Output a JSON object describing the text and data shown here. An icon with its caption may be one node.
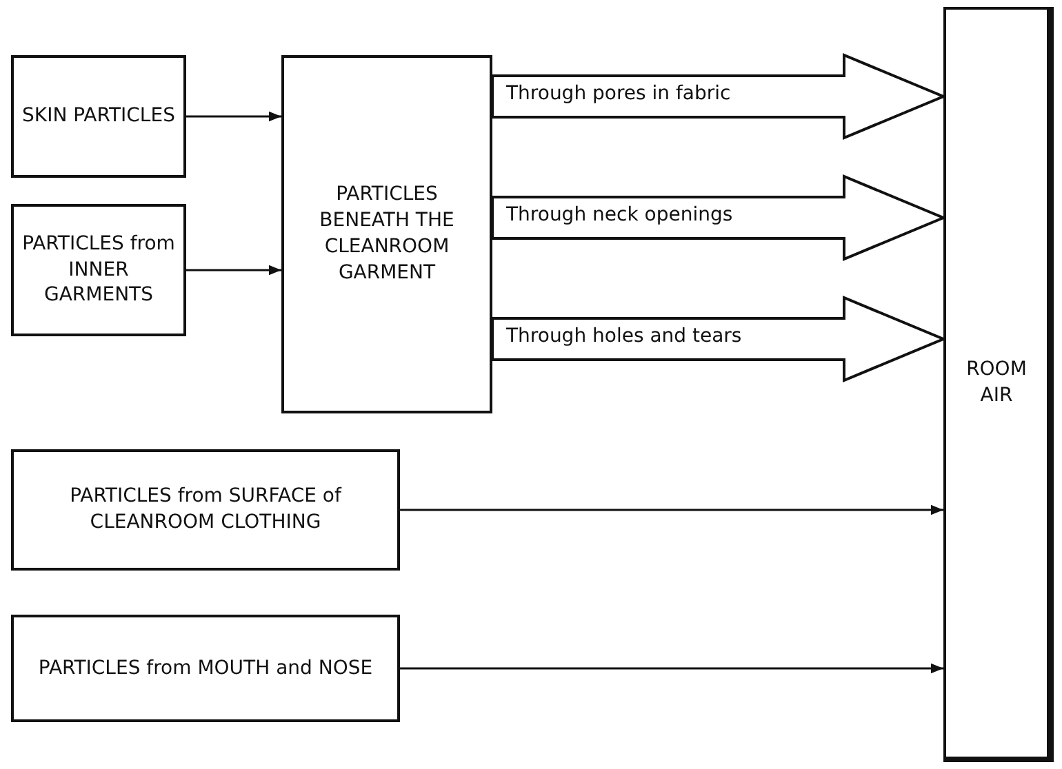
{
  "diagram": {
    "nodes": [
      {
        "text": [
          "SKIN PARTICLES"
        ]
      },
      {
        "text": [
          "PARTICLES from INNER GARMENTS"
        ]
      },
      {
        "text": [
          "PARTICLES BENEATH THE CLEANROOM GARMENT"
        ]
      },
      {
        "text": [
          "ROOM AIR"
        ]
      },
      {
        "text": [
          "PARTICLES from SURFACE of CLEANROOM CLOTHING"
        ]
      },
      {
        "text": [
          "PARTICLES from MOUTH and NOSE"
        ]
      }
    ],
    "edges": [
      {
        "from": 0,
        "to": 2,
        "arrow": "to"
      },
      {
        "from": 1,
        "to": 2,
        "arrow": "to"
      },
      {
        "from": 2,
        "to": 3,
        "arrow": "to",
        "label": "Through pores in fabric",
        "style": "thick"
      },
      {
        "from": 2,
        "to": 3,
        "arrow": "to",
        "label": "Through neck openings",
        "style": "thick"
      },
      {
        "from": 2,
        "to": 3,
        "arrow": "to",
        "label": "Through holes and tears",
        "style": "thick"
      },
      {
        "from": 4,
        "to": 3,
        "arrow": "to"
      },
      {
        "from": 5,
        "to": 3,
        "arrow": "to"
      }
    ]
  }
}
